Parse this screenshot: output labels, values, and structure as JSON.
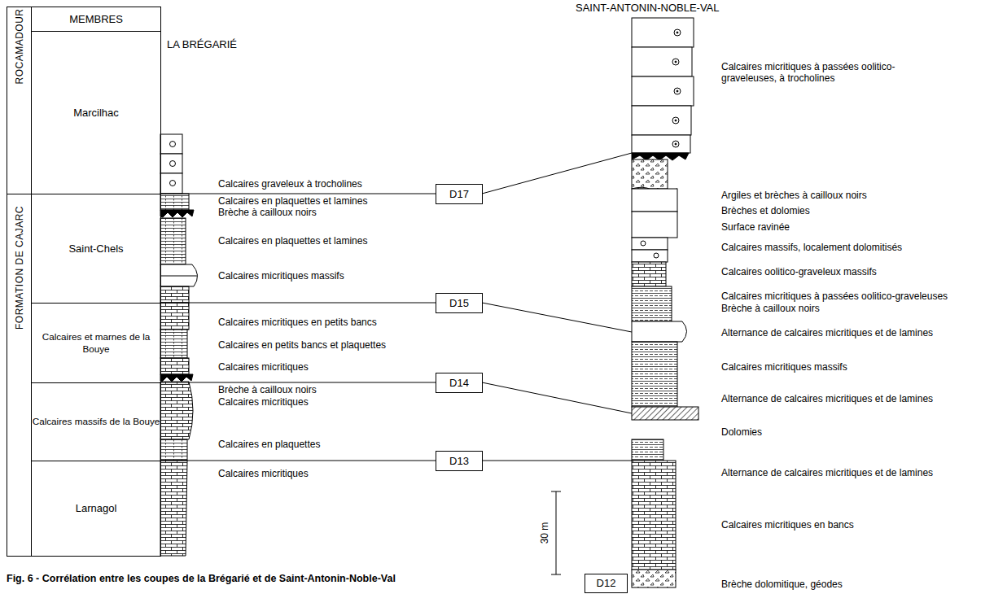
{
  "diagram": {
    "caption": "Fig. 6 - Corrélation entre les coupes de la Brégarié et de Saint-Antonin-Noble-Val",
    "nodes": [
      {
        "text": [
          "ROCAMADOUR"
        ]
      },
      {
        "text": [
          "MEMBRES"
        ]
      },
      {
        "text": [
          "Marcilhac"
        ]
      },
      {
        "text": [
          "FORMATION DE CAJARC"
        ]
      },
      {
        "text": [
          "Saint-Chels"
        ]
      },
      {
        "text": [
          "Calcaires et marnes de la Bouye"
        ]
      },
      {
        "text": [
          "Calcaires massifs de la Bouye"
        ]
      },
      {
        "text": [
          "Larnagol"
        ]
      },
      {
        "text": [
          "D17"
        ]
      },
      {
        "text": [
          "D15"
        ]
      },
      {
        "text": [
          "D14"
        ]
      },
      {
        "text": [
          "D13"
        ]
      },
      {
        "text": [
          "D12"
        ]
      }
    ],
    "labels": [
      "LA BRÉGARIÉ",
      "Calcaires graveleux à trocholines",
      "Calcaires en plaquettes et lamines",
      "Brèche à cailloux noirs",
      "Calcaires en plaquettes et lamines",
      "Calcaires micritiques massifs",
      "Calcaires micritiques en petits bancs",
      "Calcaires en petits bancs et plaquettes",
      "Calcaires micritiques",
      "Brèche à cailloux noirs",
      "Calcaires micritiques",
      "Calcaires en plaquettes",
      "Calcaires micritiques",
      "SAINT-ANTONIN-NOBLE-VAL",
      "Calcaires micritiques à passées oolitico-graveleuses, à trocholines",
      "Argiles et brèches à cailloux noirs",
      "Brèches et dolomies",
      "Surface ravinée",
      "Calcaires massifs, localement dolomitisés",
      "Calcaires oolitico-graveleux massifs",
      "Calcaires micritiques à passées oolitico-graveleuses",
      "Brèche à cailloux noirs",
      "Alternance de calcaires micritiques et de lamines",
      "Calcaires micritiques massifs",
      "Alternance de calcaires micritiques et de lamines",
      "Dolomies",
      "Alternance de calcaires micritiques et de lamines",
      "Calcaires micritiques en bancs",
      "Brèche dolomitique, géodes",
      "30 m"
    ]
  }
}
